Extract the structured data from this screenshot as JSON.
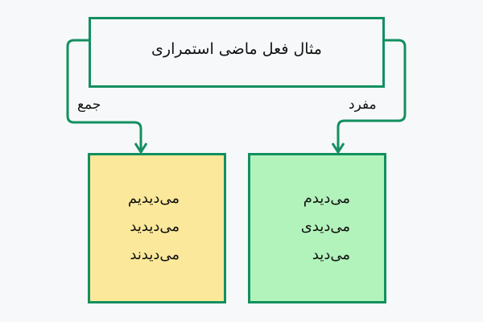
{
  "diagram": {
    "title": "مثال فعل ماضی استمراری",
    "branches": {
      "plural": {
        "label": "جمع",
        "color": "#fbe89a",
        "items": [
          "می‌دیدیم",
          "می‌دیدید",
          "می‌دیدند"
        ]
      },
      "singular": {
        "label": "مفرد",
        "color": "#b2f3bb",
        "items": [
          "می‌دیدم",
          "می‌دیدی",
          "می‌دید"
        ]
      }
    },
    "border_color": "#12905f"
  }
}
